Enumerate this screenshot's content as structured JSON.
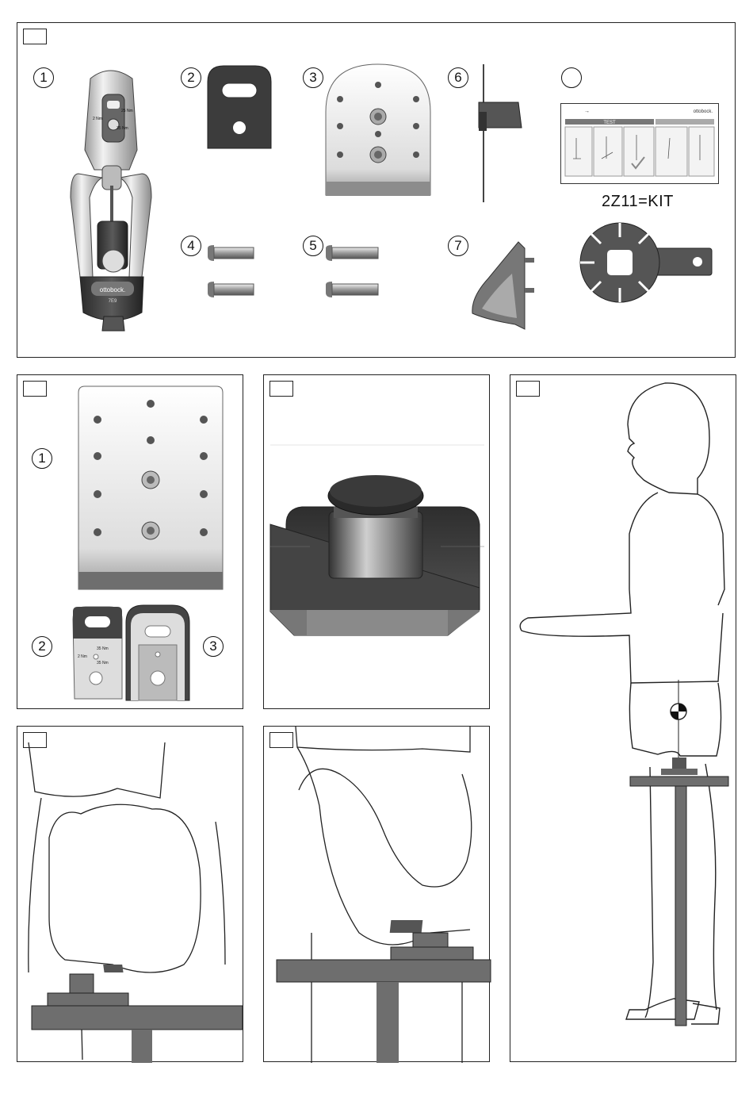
{
  "panel1": {
    "callouts": [
      "1",
      "2",
      "3",
      "6",
      "4",
      "5",
      "7"
    ],
    "kit_label": "2Z11=KIT",
    "card_brand": "ottobock.",
    "card_tab": "TEST",
    "knee_brand": "ottobock.",
    "knee_model": "7E9",
    "knee_labels": [
      "25 Nm",
      "2 Nm",
      "35 Nm"
    ]
  },
  "panel2": {
    "callouts": [
      "1",
      "2",
      "3"
    ],
    "adapter_labels": [
      "35 Nm",
      "2 Nm",
      "35 Nm"
    ]
  },
  "colors": {
    "line": "#222222",
    "dark": "#3a3a3a",
    "mid": "#6e6e6e",
    "light": "#d8d8d8"
  }
}
